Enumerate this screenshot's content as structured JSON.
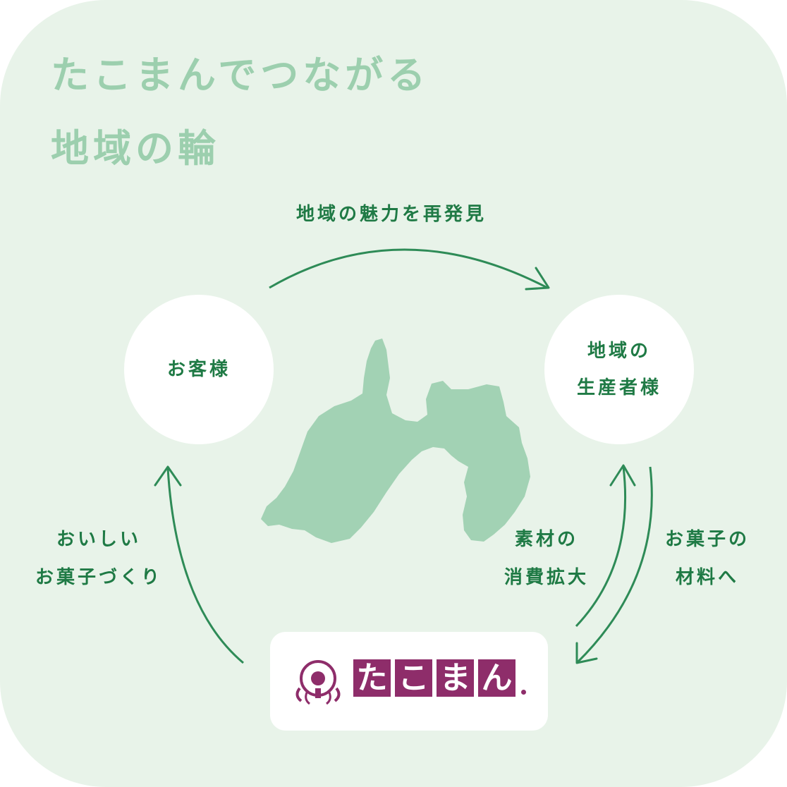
{
  "title": {
    "line1": "たこまんでつながる",
    "line2": "地域の輪"
  },
  "nodes": {
    "customers": "お客様",
    "producers_line1": "地域の",
    "producers_line2": "生産者様"
  },
  "edges": {
    "top": "地域の魅力を再発見",
    "left_line1": "おいしい",
    "left_line2": "お菓子づくり",
    "center_right_line1": "素材の",
    "center_right_line2": "消費拡大",
    "far_right_line1": "お菓子の",
    "far_right_line2": "材料へ"
  },
  "logo": {
    "chars": [
      "た",
      "こ",
      "ま",
      "ん"
    ]
  },
  "colors": {
    "background": "#e8f3e9",
    "title": "#9ccfae",
    "label": "#1f7a45",
    "arrow": "#2e8b57",
    "map": "#a2d2b4",
    "logo": "#8e2d6a"
  }
}
